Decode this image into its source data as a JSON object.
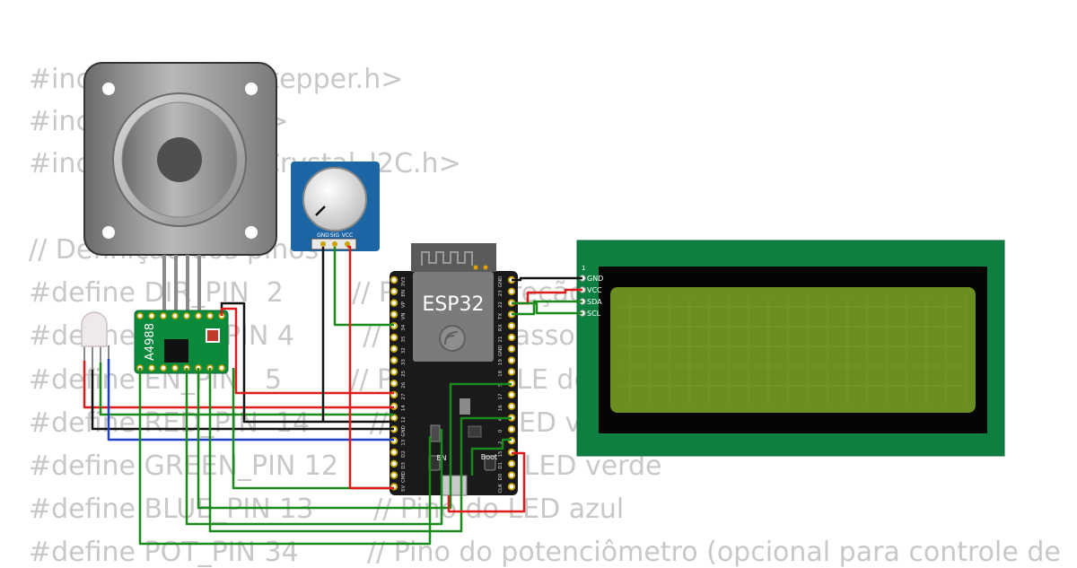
{
  "code": {
    "lines": [
      "#include <AccelStepper.h>",
      "#include <Wire.h>",
      "#include <LiquidCrystal_I2C.h>",
      "",
      "// Definição dos pinos",
      "#define DIR_PIN  2        // Pino de direção",
      "#define STEP_PIN 4        // Pino de passo",
      "#define EN_PIN   5        // Pino ENABLE do",
      "#define RED_PIN  14       // Pino do LED vermelho",
      "#define GREEN_PIN 12      // Pino do LED verde",
      "#define BLUE_PIN 13       // Pino do LED azul",
      "#define POT_PIN 34        // Pino do potenciômetro (opcional para controle de"
    ]
  },
  "components": {
    "driver": {
      "label": "A4988"
    },
    "potentiometer": {
      "pins": [
        "GND",
        "SIG",
        "VCC"
      ]
    },
    "esp32": {
      "label": "ESP32",
      "en_label": "EN",
      "boot_label": "Boot",
      "left_pins": [
        "3V3",
        "EN",
        "VP",
        "VN",
        "34",
        "35",
        "32",
        "33",
        "25",
        "26",
        "27",
        "14",
        "12",
        "GND",
        "13",
        "D2",
        "D3",
        "CMD",
        "5V"
      ],
      "right_pins": [
        "GND",
        "23",
        "22",
        "TX",
        "RX",
        "21",
        "GND",
        "19",
        "18",
        "5",
        "17",
        "16",
        "4",
        "0",
        "2",
        "15",
        "D1",
        "D0",
        "CLK"
      ]
    },
    "lcd": {
      "pin_number": "1",
      "pins": [
        "GND",
        "VCC",
        "SDA",
        "SCL"
      ]
    }
  },
  "colors": {
    "wire_red": "#e01b1b",
    "wire_black": "#111111",
    "wire_green": "#1a8a1a",
    "wire_blue": "#1f3fc4",
    "driver_board": "#0c8a3c",
    "pot_board": "#1d66a6",
    "lcd_board": "#0d7f40",
    "lcd_screen": "#6b8e23",
    "esp32_board": "#1a1a1a",
    "code_text": "#c8c8c8"
  }
}
